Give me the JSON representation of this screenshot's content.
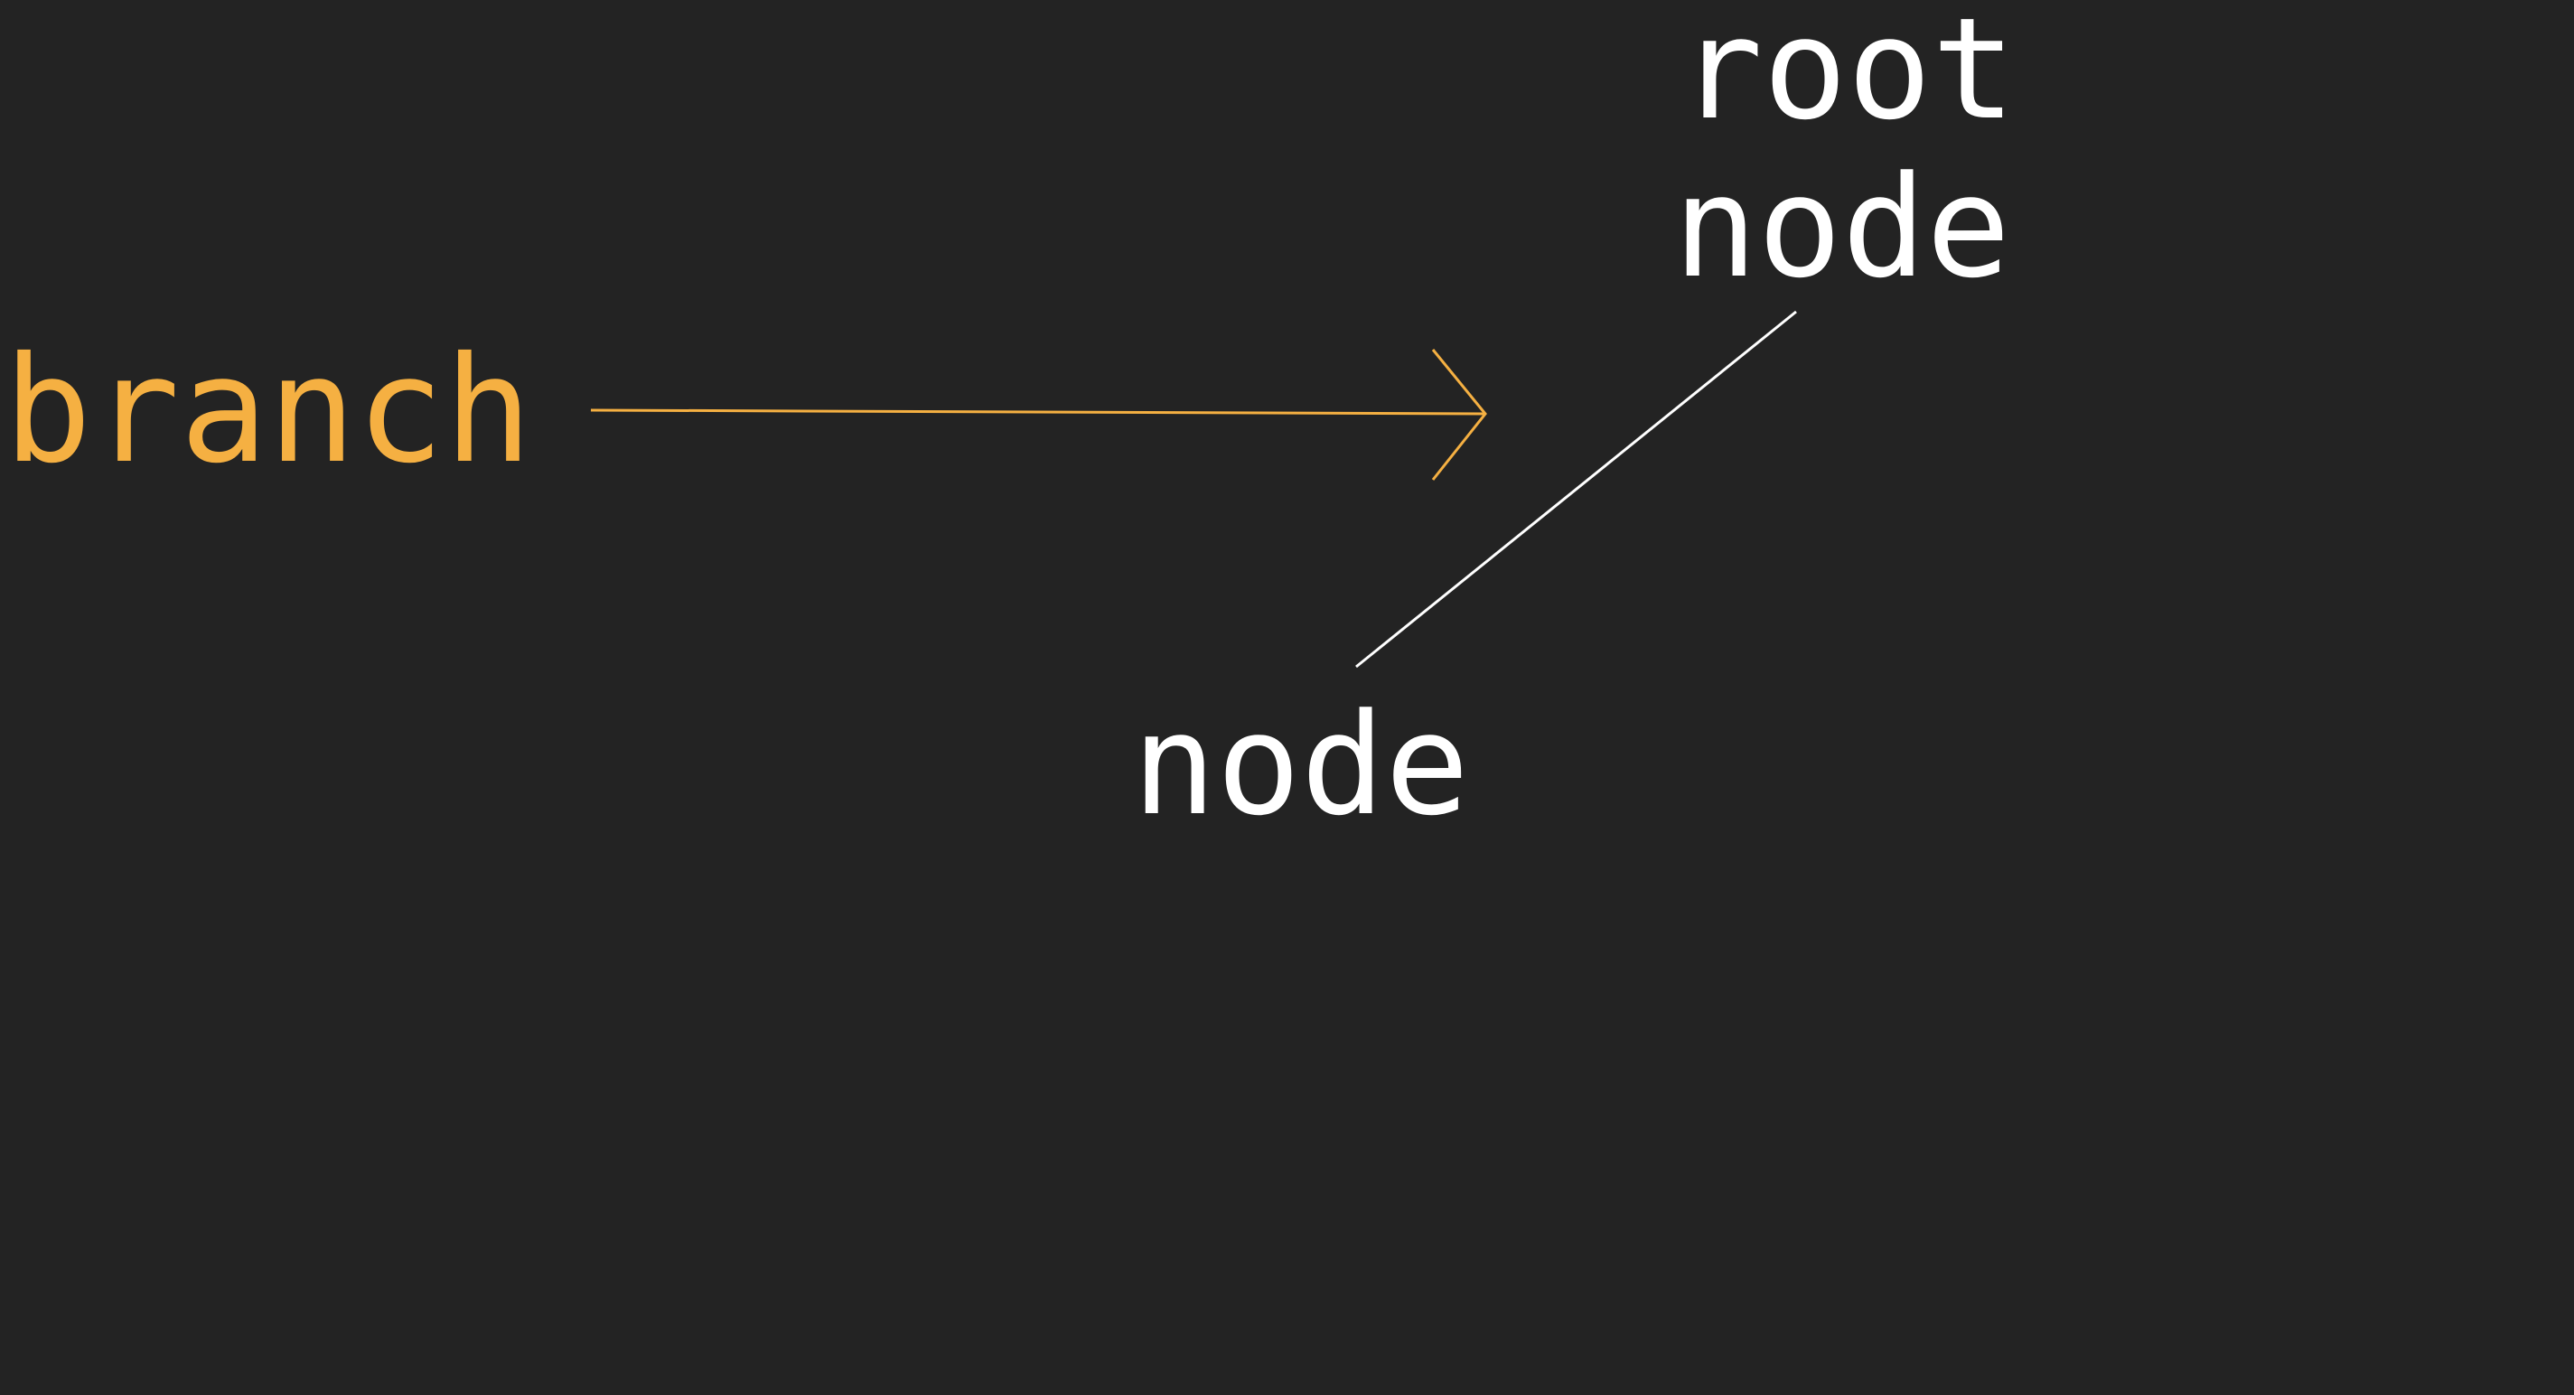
{
  "diagram": {
    "root_label_line1": "root",
    "root_label_line2": "node",
    "child_label": "node",
    "branch_label": "branch",
    "colors": {
      "background": "#232323",
      "node_text": "#ffffff",
      "branch": "#f5b042",
      "edge": "#ffffff"
    }
  }
}
